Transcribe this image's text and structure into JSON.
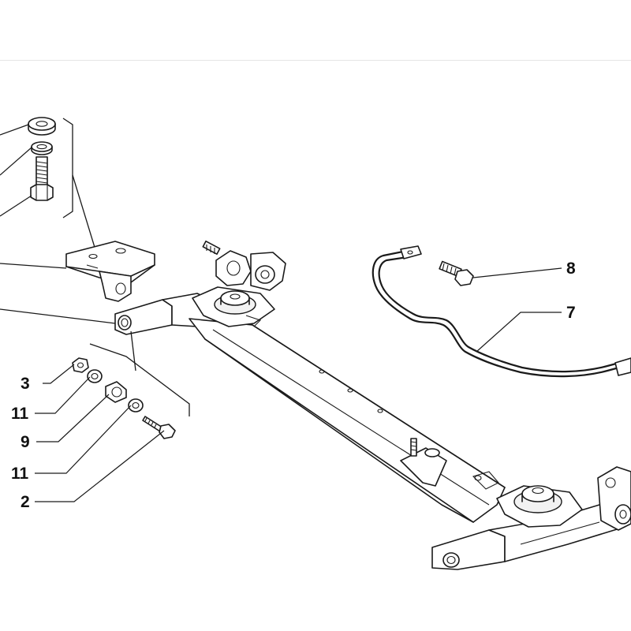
{
  "callouts": [
    {
      "id": "c3",
      "label": "3"
    },
    {
      "id": "c11a",
      "label": "11"
    },
    {
      "id": "c9",
      "label": "9"
    },
    {
      "id": "c11b",
      "label": "11"
    },
    {
      "id": "c2",
      "label": "2"
    },
    {
      "id": "c8",
      "label": "8"
    },
    {
      "id": "c7",
      "label": "7"
    }
  ],
  "colors": {
    "line": "#1a1a1a",
    "background": "#ffffff",
    "header_divider": "#e6e6e6"
  }
}
